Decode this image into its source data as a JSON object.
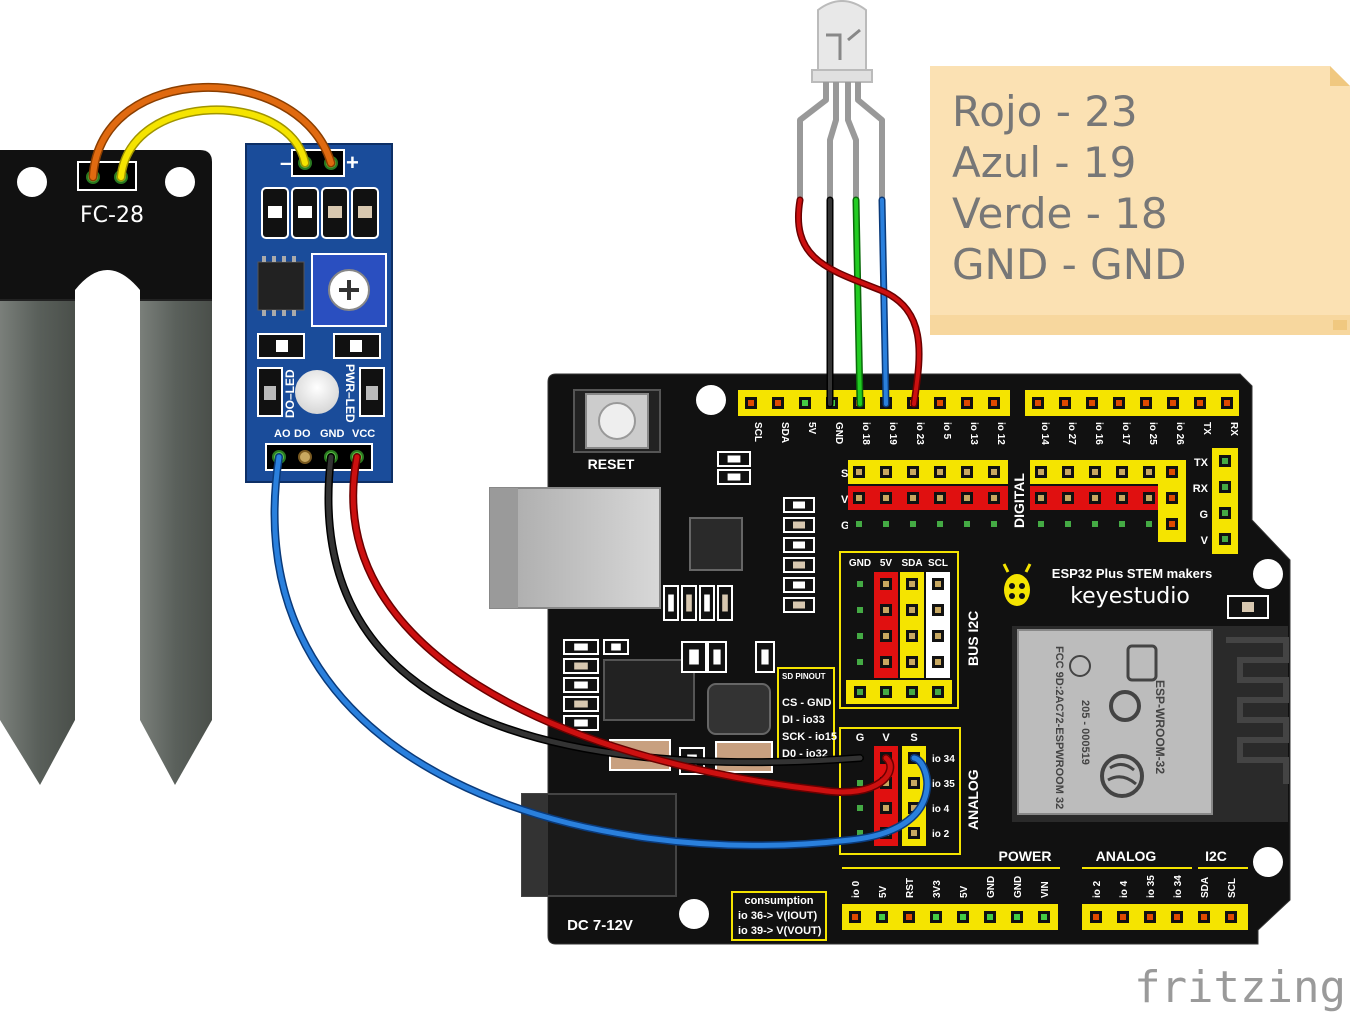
{
  "sensor": {
    "probe_label": "FC-28",
    "module": {
      "minus": "–",
      "plus": "+",
      "do_led": "DO–LED",
      "pwr_led": "PWR–LED",
      "pins": [
        "AO",
        "DO",
        "GND",
        "VCC"
      ]
    }
  },
  "note": {
    "lines": [
      "Rojo - 23",
      "Azul - 19",
      "Verde - 18",
      "GND - GND"
    ],
    "background": "#fbe1b3"
  },
  "board": {
    "reset_label": "RESET",
    "dc_label": "DC 7-12V",
    "brand_line": "ESP32 Plus STEM  makers",
    "brand": "keyestudio",
    "top_pins_left": [
      "SCL",
      "SDA",
      "5V",
      "GND",
      "io 18",
      "io 19",
      "io 23",
      "io 5",
      "io 13",
      "io 12"
    ],
    "top_pins_right": [
      "io 14",
      "io 27",
      "io 16",
      "io 17",
      "io 25",
      "io 26",
      "TX",
      "RX"
    ],
    "svg_rows": [
      "S",
      "V",
      "G"
    ],
    "digital_label": "DIGITAL",
    "uart_rows": [
      "TX",
      "RX",
      "G",
      "V"
    ],
    "i2c_headers": [
      "GND",
      "5V",
      "SDA",
      "SCL"
    ],
    "bus_i2c_label": "BUS I2C",
    "sd_pinout": {
      "title": "SD PINOUT",
      "lines": [
        "CS - GND",
        "DI - io33",
        "SCK - io15",
        "D0 - io32"
      ]
    },
    "analog_headers": [
      "G",
      "V",
      "S"
    ],
    "analog_pins": [
      "io 34",
      "io 35",
      "io 4",
      "io 2"
    ],
    "analog_side_label": "ANALOG",
    "consumption": {
      "title": "consumption",
      "lines": [
        "io 36-> V(IOUT)",
        "io 39-> V(VOUT)"
      ]
    },
    "bottom_sections": {
      "power": "POWER",
      "analog": "ANALOG",
      "i2c": "I2C"
    },
    "bottom_pins_power": [
      "io 0",
      "5V",
      "RST",
      "3V3",
      "5V",
      "GND",
      "GND",
      "VIN"
    ],
    "bottom_pins_analog": [
      "io 2",
      "io 4",
      "io 35",
      "io 34",
      "SDA",
      "SCL"
    ],
    "module_text": {
      "model": "ESP-WROOM-32",
      "fcc": "FCC 9D:2AC72-ESPWROOM 32",
      "code": "205 - 000519"
    }
  },
  "footer": {
    "logo": "fritzing"
  },
  "colors": {
    "wire_red": "#cc1010",
    "wire_black": "#222222",
    "wire_green": "#22aa22",
    "wire_blue": "#2270c8",
    "wire_orange": "#e06a10",
    "wire_yellow": "#f5e400",
    "header_yellow": "#f5e400",
    "board_black": "#111111",
    "module_blue": "#1a4c9a"
  }
}
